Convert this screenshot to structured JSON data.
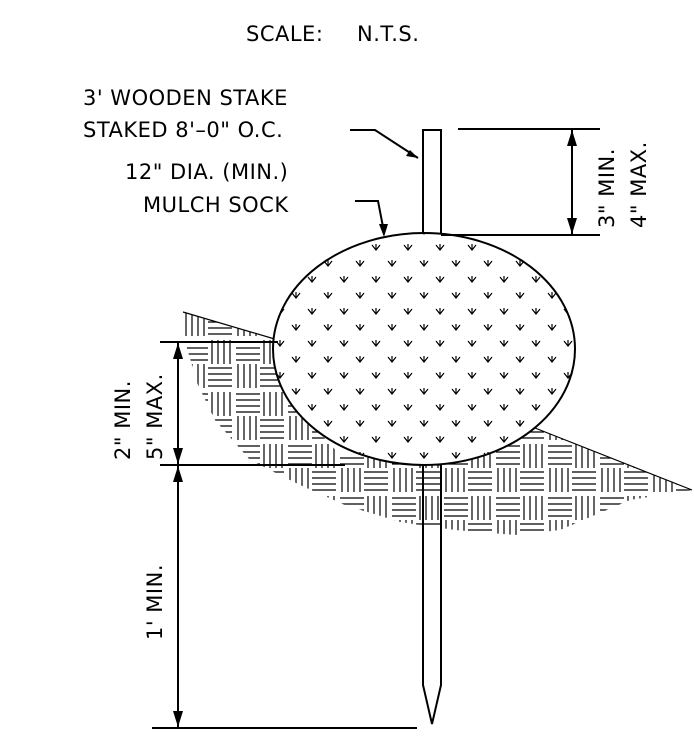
{
  "scale": {
    "label": "SCALE:",
    "value": "N.T.S."
  },
  "callouts": {
    "stake_line1": "3' WOODEN STAKE",
    "stake_line2": "STAKED 8'–0\" O.C.",
    "sock_line1": "12\" DIA. (MIN.)",
    "sock_line2": "MULCH SOCK"
  },
  "dimensions": {
    "stake_exposed_min": "3\" MIN.",
    "stake_exposed_max": "4\" MAX.",
    "embed_min": "2\" MIN.",
    "embed_max": "5\" MAX.",
    "stake_depth": "1' MIN."
  }
}
